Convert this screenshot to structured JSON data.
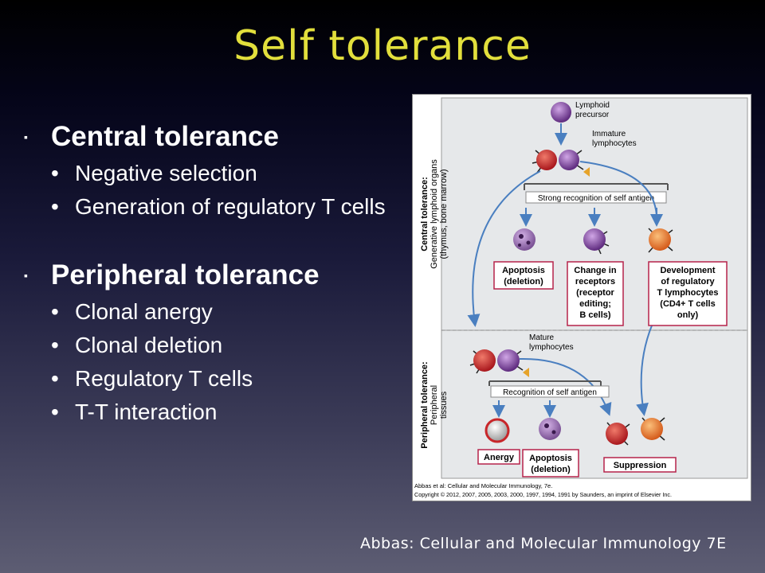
{
  "title": "Self tolerance",
  "bullets": {
    "central": {
      "heading": "Central tolerance",
      "items": [
        "Negative selection",
        "Generation of regulatory T cells"
      ]
    },
    "peripheral": {
      "heading": "Peripheral tolerance",
      "items": [
        "Clonal anergy",
        "Clonal deletion",
        "Regulatory T cells",
        "T-T interaction"
      ]
    }
  },
  "figure": {
    "central_label_1": "Central tolerance:",
    "central_label_2": "Generative lymphoid organs",
    "central_label_3": "(thymus, bone marrow)",
    "peripheral_label_1": "Peripheral tolerance:",
    "peripheral_label_2": "Peripheral",
    "peripheral_label_3": "tissues",
    "lymphoid_1": "Lymphoid",
    "lymphoid_2": "precursor",
    "immature_1": "Immature",
    "immature_2": "lymphocytes",
    "strong_recognition": "Strong recognition of self antigen",
    "apoptosis_1": "Apoptosis",
    "apoptosis_2": "(deletion)",
    "change_1": "Change in",
    "change_2": "receptors",
    "change_3": "(receptor",
    "change_4": "editing;",
    "change_5": "B cells)",
    "dev_1": "Development",
    "dev_2": "of regulatory",
    "dev_3": "T lymphocytes",
    "dev_4": "(CD4+ T cells",
    "dev_5": "only)",
    "mature_1": "Mature",
    "mature_2": "lymphocytes",
    "recognition": "Recognition of self antigen",
    "anergy": "Anergy",
    "apoptosis2_1": "Apoptosis",
    "apoptosis2_2": "(deletion)",
    "suppression": "Suppression",
    "credit_1": "Abbas et al: Cellular and Molecular Immunology, 7e.",
    "credit_2": "Copyright © 2012, 2007, 2005, 2003, 2000, 1997, 1994, 1991 by Saunders, an imprint of Elsevier Inc."
  },
  "caption": "Abbas: Cellular and Molecular Immunology 7E",
  "colors": {
    "title": "#e2df3c",
    "red_cell": "#c8262a",
    "purple_cell": "#7a3e96",
    "orange_cell": "#e8772a",
    "box_border": "#b5224a",
    "arrow": "#4a7fc0"
  }
}
